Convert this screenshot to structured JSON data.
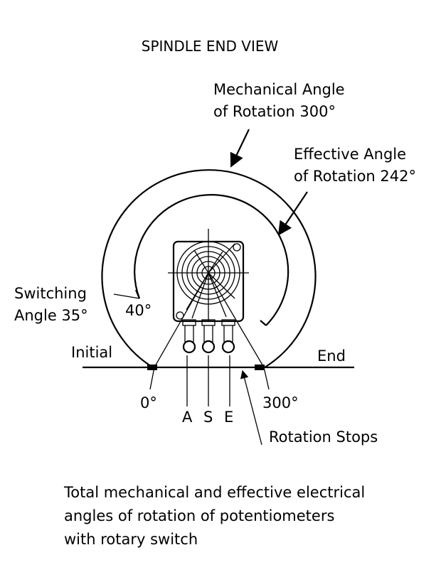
{
  "title": "SPINDLE END VIEW",
  "labels": {
    "mechanical_line1": "Mechanical Angle",
    "mechanical_line2": "of Rotation 300°",
    "effective_line1": "Effective Angle",
    "effective_line2": "of Rotation 242°",
    "switching_line1": "Switching",
    "switching_line2": "Angle 35°",
    "angle_40": "40°",
    "initial": "Initial",
    "end": "End",
    "angle_0": "0°",
    "angle_300": "300°",
    "terminal_a": "A",
    "terminal_s": "S",
    "terminal_e": "E",
    "rotation_stops": "Rotation Stops"
  },
  "caption": {
    "line1": "Total mechanical and effective electrical",
    "line2": "angles of rotation of potentiometers",
    "line3": "with rotary switch"
  }
}
